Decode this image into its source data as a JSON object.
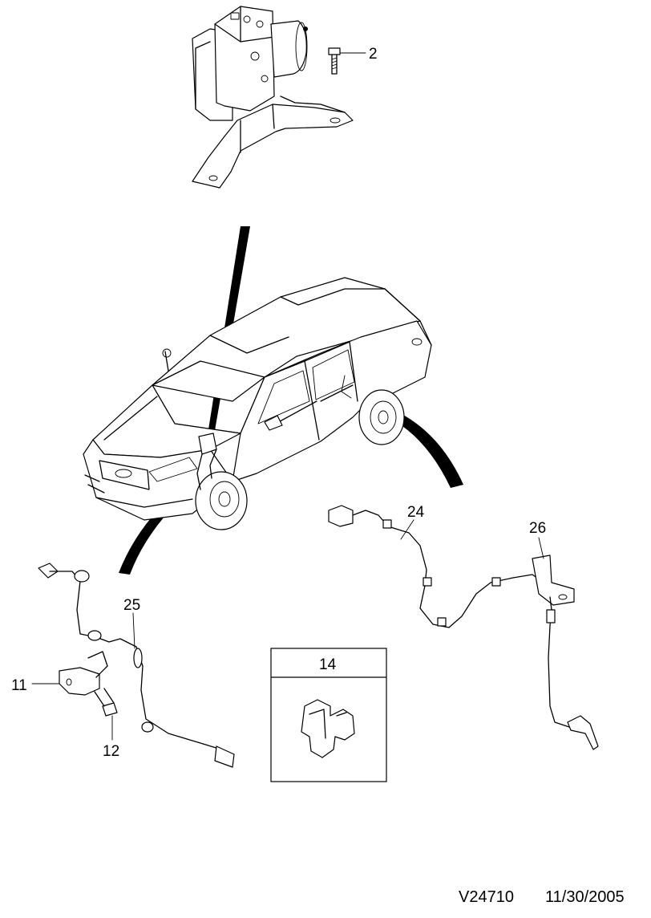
{
  "callouts": {
    "c2": "2",
    "c24": "24",
    "c26": "26",
    "c25": "25",
    "c11": "11",
    "c12": "12",
    "c14": "14"
  },
  "footer": {
    "code": "V24710",
    "date": "11/30/2005"
  },
  "parts": {
    "top": "abs-hydraulic-modulator",
    "car": "sedan-vehicle-view",
    "front": "front-wheel-speed-sensor-harness",
    "rear": "rear-wheel-speed-sensor-harness",
    "clip": "harness-clip"
  }
}
